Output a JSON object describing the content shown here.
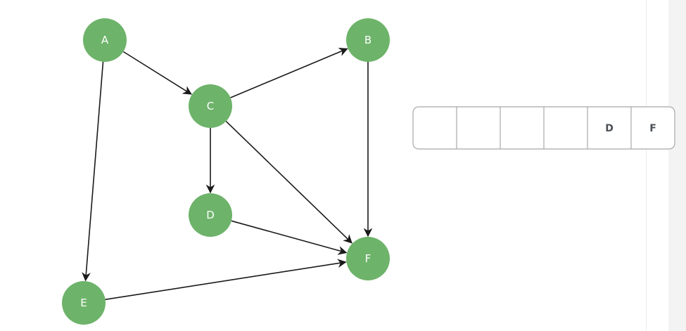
{
  "colors": {
    "node_fill": "#6db36a",
    "node_text": "#ffffff",
    "edge": "#1a1a1a",
    "cell_border": "#a8a8a8",
    "cell_text": "#4a4f55"
  },
  "graph": {
    "nodes": [
      {
        "id": "A",
        "label": "A"
      },
      {
        "id": "B",
        "label": "B"
      },
      {
        "id": "C",
        "label": "C"
      },
      {
        "id": "D",
        "label": "D"
      },
      {
        "id": "E",
        "label": "E"
      },
      {
        "id": "F",
        "label": "F"
      }
    ],
    "edges": [
      {
        "from": "A",
        "to": "C"
      },
      {
        "from": "A",
        "to": "E"
      },
      {
        "from": "C",
        "to": "B"
      },
      {
        "from": "C",
        "to": "D"
      },
      {
        "from": "C",
        "to": "F"
      },
      {
        "from": "B",
        "to": "F"
      },
      {
        "from": "D",
        "to": "F"
      },
      {
        "from": "E",
        "to": "F"
      }
    ]
  },
  "stack": {
    "cells": [
      "",
      "",
      "",
      "",
      "D",
      "F"
    ]
  }
}
